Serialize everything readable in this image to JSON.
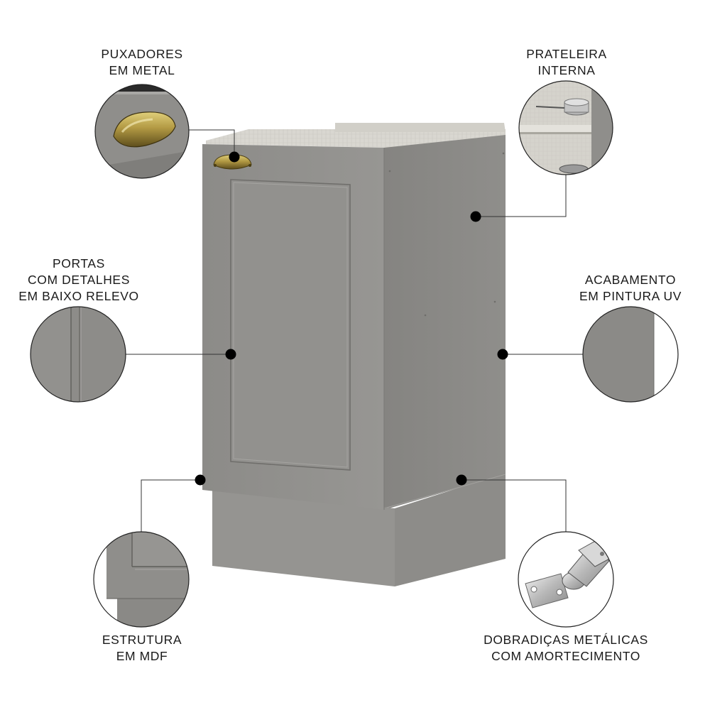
{
  "features": {
    "handles": {
      "line1": "PUXADORES",
      "line2": "EM METAL"
    },
    "shelf": {
      "line1": "PRATELEIRA",
      "line2": "INTERNA"
    },
    "doors": {
      "line1": "PORTAS",
      "line2": "COM DETALHES",
      "line3": "EM BAIXO RELEVO"
    },
    "finish": {
      "line1": "ACABAMENTO",
      "line2": "EM PINTURA UV"
    },
    "structure": {
      "line1": "ESTRUTURA",
      "line2": "EM MDF"
    },
    "hinges": {
      "line1": "DOBRADIÇAS METÁLICAS",
      "line2": "COM AMORTECIMENTO"
    }
  },
  "colors": {
    "cabinet_front": "#8f8e8b",
    "cabinet_side": "#8a8986",
    "plinth": "#939290",
    "countertop": "#d8d6d0",
    "handle_brass": "#a8913e",
    "hinge_metal": "#c9c9c9",
    "callout_line": "#333333"
  },
  "icons": [
    "brass-handle-icon",
    "shelf-detail-icon",
    "door-relief-icon",
    "uv-finish-icon",
    "mdf-structure-icon",
    "hinge-icon"
  ]
}
